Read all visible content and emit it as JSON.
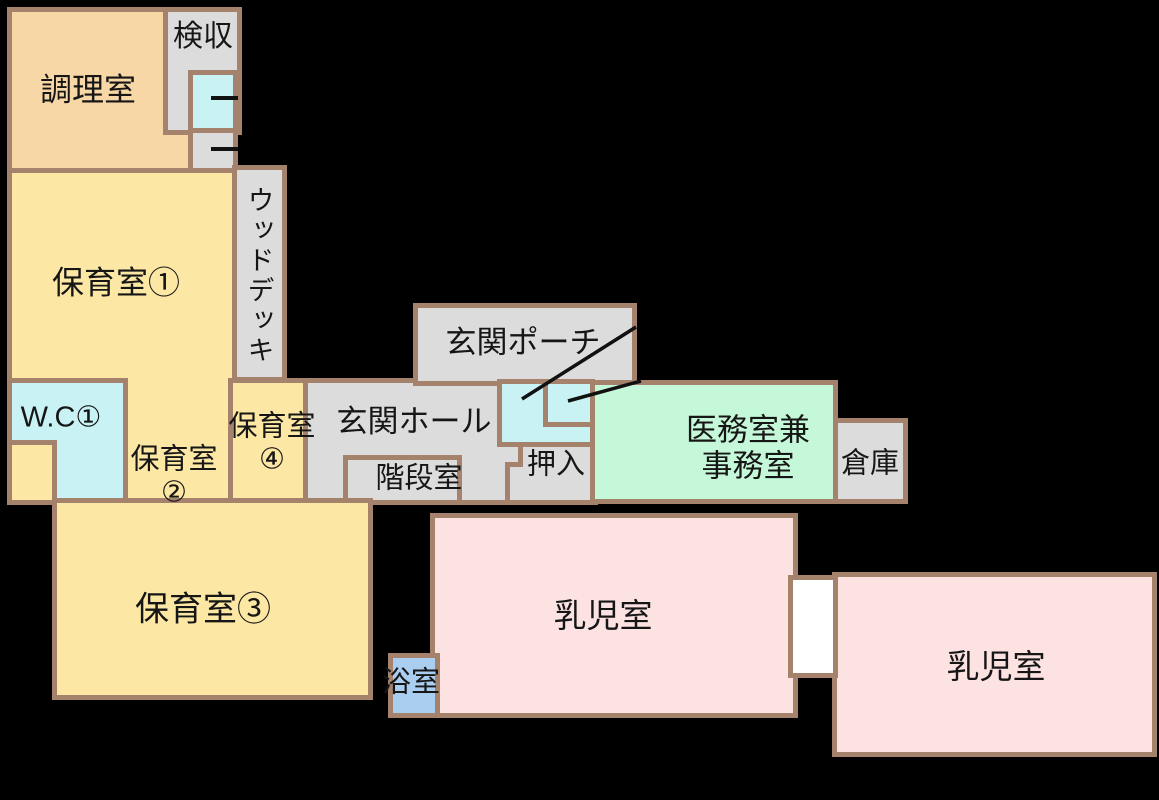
{
  "floorplan": {
    "title": "nursery-school-floor-plan",
    "rooms": {
      "kitchen": {
        "label": "調理室"
      },
      "inspection": {
        "label": "検収"
      },
      "nursery1": {
        "label": "保育室①"
      },
      "wood_deck": {
        "label": "ウッドデッキ"
      },
      "wc1": {
        "label": "W.C①"
      },
      "nursery2": {
        "line1": "保育室",
        "line2": "②"
      },
      "nursery4": {
        "line1": "保育室",
        "line2": "④"
      },
      "entrance_porch": {
        "label": "玄関ポーチ"
      },
      "entrance_hall": {
        "label": "玄関ホール"
      },
      "stairwell": {
        "label": "階段室"
      },
      "closet": {
        "label": "押入"
      },
      "medical_office": {
        "line1": "医務室兼",
        "line2": "事務室"
      },
      "storage": {
        "label": "倉庫"
      },
      "nursery3": {
        "label": "保育室③"
      },
      "bathroom": {
        "label": "浴室"
      },
      "infant_room_1": {
        "label": "乳児室"
      },
      "infant_room_2": {
        "label": "乳児室"
      }
    },
    "colors": {
      "background": "#000000",
      "wall": "#a5826b",
      "kitchen_orange": "#f7d7a5",
      "nursery_yellow": "#fce8a4",
      "hall_gray": "#dcdcdc",
      "wc_cyan": "#c9f2f4",
      "medical_green": "#c5f8d8",
      "infant_pink": "#fde2e2",
      "bath_blue": "#a9ceef",
      "passage_white": "#ffffff",
      "text": "#161616",
      "callout_line": "#111111"
    }
  }
}
